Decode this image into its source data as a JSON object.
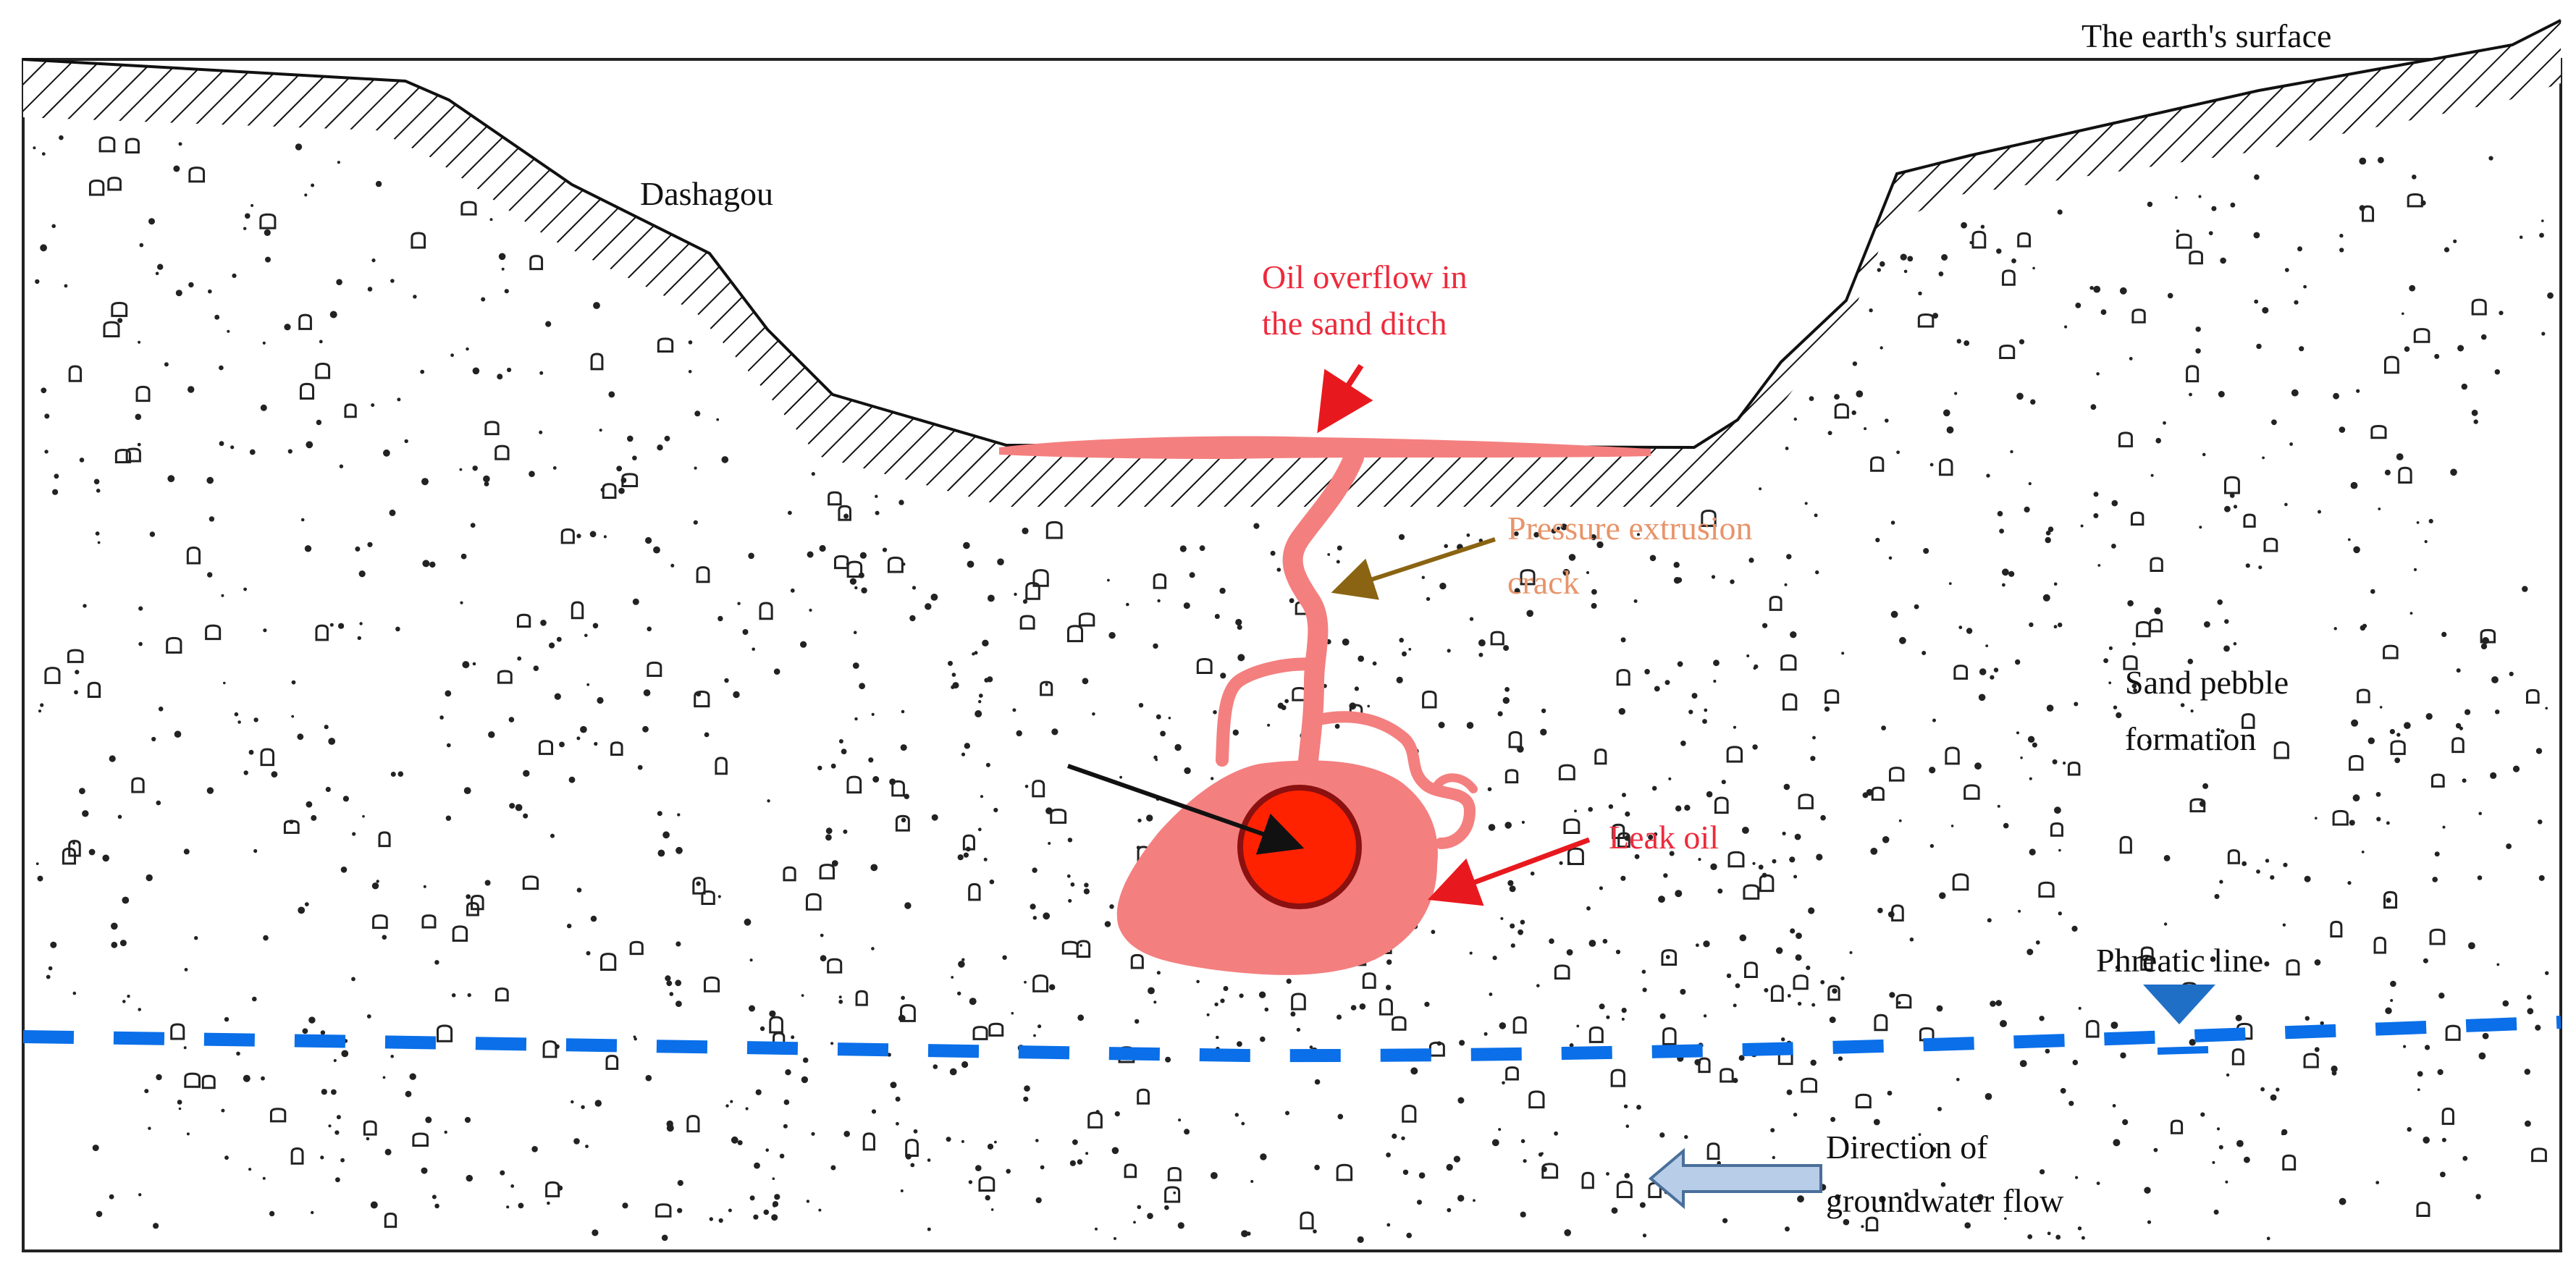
{
  "labels": {
    "earth_surface": "The earth's surface",
    "dashagou": "Dashagou",
    "oil_overflow_line1": "Oil overflow in",
    "oil_overflow_line2": "the sand ditch",
    "pressure_line1": "Pressure extrusion",
    "pressure_line2": "crack",
    "sand_line1": "Sand pebble",
    "sand_line2": "formation",
    "leak_oil": "Leak oil",
    "phreatic_line": "Phreatic line",
    "groundwater_line1": "Direction of",
    "groundwater_line2": "groundwater flow"
  },
  "colors": {
    "oil": "#f47f7f",
    "pipe": "#ff2200",
    "overflow_label": "#ee2a3c",
    "crack_label": "#e8946a",
    "crack_arrow": "#8a6412",
    "water": "#0a6fe8",
    "phreatic_marker": "#1f6fc6",
    "flow_arrow": "#b8cde8"
  },
  "icons": {
    "phreatic": "inverted-triangle-icon",
    "flow": "left-arrow-icon"
  }
}
